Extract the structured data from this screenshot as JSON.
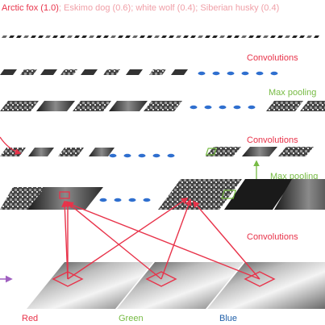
{
  "top_labels": [
    {
      "text": "Arctic fox (1.0)",
      "color": "#e8334a"
    },
    {
      "text": "Eskimo dog (0.6)",
      "color": "#f0a0a8"
    },
    {
      "text": "white wolf (0.4)",
      "color": "#f0a0a8"
    },
    {
      "text": "Siberian husky (0.4)",
      "color": "#f0a0a8"
    }
  ],
  "separator": ";",
  "layer_labels": {
    "conv1": "Convolutions",
    "pool1": "Max pooling",
    "conv2": "Convolutions",
    "pool2": "Max pooling",
    "conv3": "Convolutions"
  },
  "channels": {
    "red": "Red",
    "green": "Green",
    "blue": "Blue"
  },
  "colors": {
    "red": "#e8334a",
    "green": "#77bb44",
    "blue": "#1f5fa8",
    "dots": "#2f6fcf",
    "input_arrow": "#a060c0"
  }
}
